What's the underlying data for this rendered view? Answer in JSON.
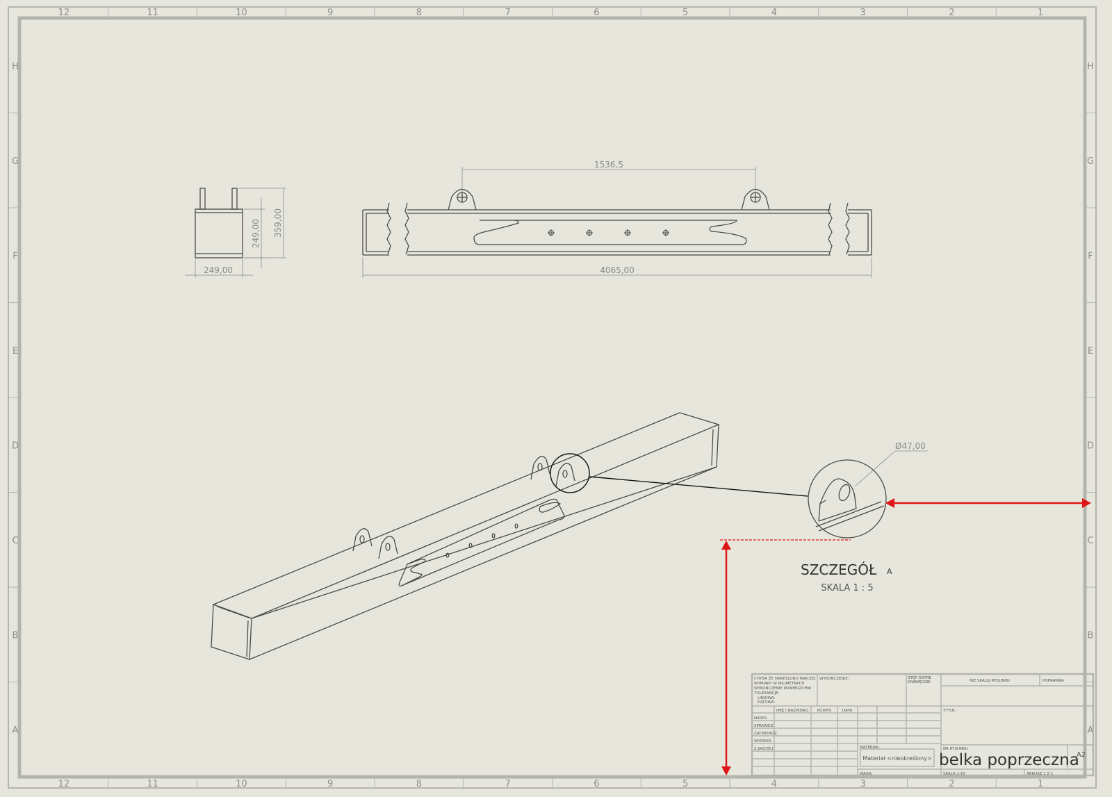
{
  "sheet": {
    "columns": [
      "12",
      "11",
      "10",
      "9",
      "8",
      "7",
      "6",
      "5",
      "4",
      "3",
      "2",
      "1"
    ],
    "rows": [
      "H",
      "G",
      "F",
      "E",
      "D",
      "C",
      "B",
      "A"
    ],
    "colors": {
      "paper": "#e7e6dc",
      "frame": "#b4b4ae",
      "line": "#4a4a4a",
      "dim": "#8a8a8a",
      "annotation": "#e01515"
    }
  },
  "views": {
    "side": {
      "dim_width": "249,00",
      "dim_height_inner": "249,00",
      "dim_height_total": "359,00"
    },
    "front": {
      "dim_top": "1536,5",
      "dim_length": "4065,00"
    },
    "detail": {
      "dim_diameter": "Ø47,00",
      "title": "SZCZEGÓŁ",
      "title_suffix": "A",
      "scale": "SKALA 1 : 5"
    }
  },
  "title_block": {
    "tolerance_note": [
      "CHYBA ŻE OKREŚLONO INACZEJ",
      "WYMIARY W MILIMETRACH",
      "WYKOŃCZENIE POWIERZCHNI",
      "TOLERANCJE:",
      "LINIOWA:",
      "KĄTOWA:"
    ],
    "finish": "WYKOŃCZENIE:",
    "edges": [
      "STĘP OSTRE",
      "KRAWĘDZIE"
    ],
    "no_scale": "NIE SKALUJ RYSUNKU",
    "revision": "POPRAWKA",
    "col_name": "IMIĘ I NAZWISKO",
    "col_sign": "PODPIS",
    "col_date": "DATA",
    "roles": [
      "NARYS.",
      "SPRAWDZ.",
      "ZATWIERDZ.",
      "WYPROD.",
      "Z.JAKOŚCI"
    ],
    "title_label": "TYTUŁ:",
    "material_label": "MATERIAŁ:",
    "material_value": "Materiał <nieokreślony>",
    "drawing_no_label": "NR RYSUNKU",
    "drawing_name": "belka poprzeczna",
    "sheet_size": "A2",
    "weight_label": "WAGA:",
    "scale_label": "SKALA 1:10",
    "sheet_label": "ARKUSZ 1 Z 1"
  }
}
